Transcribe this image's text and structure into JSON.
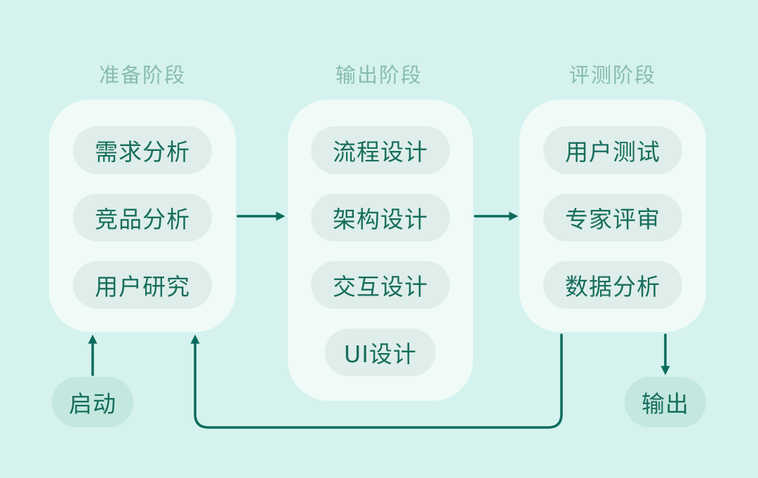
{
  "stages": [
    {
      "key": "preparation",
      "title": "准备阶段",
      "items": [
        "需求分析",
        "竞品分析",
        "用户研究"
      ]
    },
    {
      "key": "output",
      "title": "输出阶段",
      "items": [
        "流程设计",
        "架构设计",
        "交互设计",
        "UI设计"
      ]
    },
    {
      "key": "evaluation",
      "title": "评测阶段",
      "items": [
        "用户测试",
        "专家评审",
        "数据分析"
      ]
    }
  ],
  "start_label": "启动",
  "output_label": "输出",
  "connections": [
    {
      "from": "启动",
      "to": "准备阶段",
      "type": "forward"
    },
    {
      "from": "准备阶段",
      "to": "输出阶段",
      "type": "forward"
    },
    {
      "from": "输出阶段",
      "to": "评测阶段",
      "type": "forward"
    },
    {
      "from": "评测阶段",
      "to": "输出",
      "type": "forward"
    },
    {
      "from": "评测阶段",
      "to": "准备阶段",
      "type": "feedback-loop"
    }
  ],
  "colors": {
    "background": "#d5f2ee",
    "panel": "#f0fbf8",
    "pill": "#dfeeea",
    "terminal_pill": "#c4e8e0",
    "stage_title": "#87bbb0",
    "pill_text": "#176e5d",
    "line": "#0b6b5e"
  }
}
